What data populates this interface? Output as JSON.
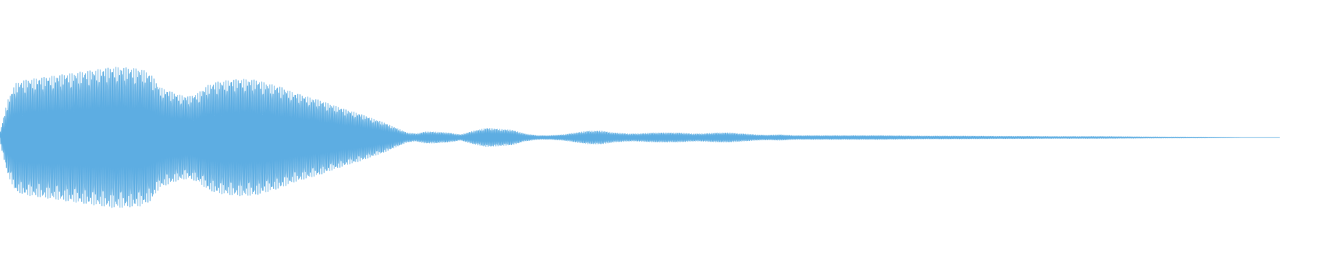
{
  "waveform": {
    "color": "#5dade2",
    "background": "#ffffff",
    "envelope": [
      [
        0.0,
        0.05
      ],
      [
        0.006,
        0.4
      ],
      [
        0.012,
        0.58
      ],
      [
        0.02,
        0.62
      ],
      [
        0.03,
        0.64
      ],
      [
        0.04,
        0.66
      ],
      [
        0.05,
        0.68
      ],
      [
        0.06,
        0.7
      ],
      [
        0.07,
        0.72
      ],
      [
        0.08,
        0.74
      ],
      [
        0.09,
        0.76
      ],
      [
        0.1,
        0.75
      ],
      [
        0.11,
        0.74
      ],
      [
        0.118,
        0.68
      ],
      [
        0.125,
        0.54
      ],
      [
        0.132,
        0.5
      ],
      [
        0.14,
        0.46
      ],
      [
        0.148,
        0.44
      ],
      [
        0.155,
        0.48
      ],
      [
        0.162,
        0.56
      ],
      [
        0.17,
        0.6
      ],
      [
        0.18,
        0.62
      ],
      [
        0.19,
        0.63
      ],
      [
        0.2,
        0.62
      ],
      [
        0.21,
        0.58
      ],
      [
        0.22,
        0.54
      ],
      [
        0.23,
        0.48
      ],
      [
        0.24,
        0.44
      ],
      [
        0.25,
        0.4
      ],
      [
        0.26,
        0.35
      ],
      [
        0.27,
        0.3
      ],
      [
        0.28,
        0.26
      ],
      [
        0.29,
        0.21
      ],
      [
        0.3,
        0.16
      ],
      [
        0.31,
        0.1
      ],
      [
        0.318,
        0.05
      ],
      [
        0.325,
        0.04
      ],
      [
        0.332,
        0.06
      ],
      [
        0.34,
        0.06
      ],
      [
        0.35,
        0.05
      ],
      [
        0.36,
        0.03
      ],
      [
        0.37,
        0.07
      ],
      [
        0.38,
        0.1
      ],
      [
        0.39,
        0.09
      ],
      [
        0.4,
        0.08
      ],
      [
        0.41,
        0.04
      ],
      [
        0.42,
        0.02
      ],
      [
        0.43,
        0.02
      ],
      [
        0.44,
        0.03
      ],
      [
        0.45,
        0.05
      ],
      [
        0.46,
        0.07
      ],
      [
        0.47,
        0.07
      ],
      [
        0.48,
        0.05
      ],
      [
        0.49,
        0.04
      ],
      [
        0.5,
        0.04
      ],
      [
        0.51,
        0.05
      ],
      [
        0.52,
        0.05
      ],
      [
        0.53,
        0.05
      ],
      [
        0.54,
        0.04
      ],
      [
        0.55,
        0.04
      ],
      [
        0.56,
        0.05
      ],
      [
        0.57,
        0.05
      ],
      [
        0.58,
        0.04
      ],
      [
        0.59,
        0.03
      ],
      [
        0.6,
        0.025
      ],
      [
        0.61,
        0.03
      ],
      [
        0.62,
        0.02
      ],
      [
        0.63,
        0.02
      ],
      [
        0.64,
        0.02
      ],
      [
        0.65,
        0.02
      ],
      [
        0.66,
        0.02
      ],
      [
        0.67,
        0.02
      ],
      [
        0.68,
        0.02
      ],
      [
        0.69,
        0.02
      ],
      [
        0.7,
        0.018
      ],
      [
        0.72,
        0.015
      ],
      [
        0.74,
        0.015
      ],
      [
        0.76,
        0.014
      ],
      [
        0.78,
        0.012
      ],
      [
        0.8,
        0.012
      ],
      [
        0.82,
        0.01
      ],
      [
        0.84,
        0.01
      ],
      [
        0.86,
        0.01
      ],
      [
        0.88,
        0.008
      ],
      [
        0.9,
        0.006
      ],
      [
        0.92,
        0.005
      ],
      [
        0.94,
        0.004
      ],
      [
        0.96,
        0.002
      ],
      [
        0.97,
        0.0
      ],
      [
        1.0,
        0.0
      ]
    ],
    "cycles": 95
  }
}
